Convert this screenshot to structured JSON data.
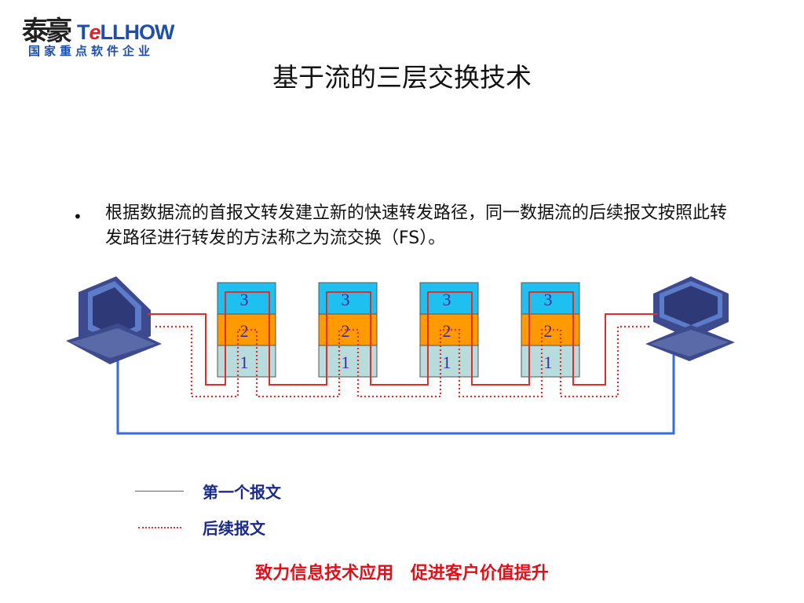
{
  "logo": {
    "chinese_chars": "泰豪",
    "brand_pre": "T",
    "brand_accent": "e",
    "brand_post": "LLHOW",
    "tagline": "国家重点软件企业"
  },
  "title": "基于流的三层交换技术",
  "bullet": {
    "marker": "•",
    "text": "根据数据流的首报文转发建立新的快速转发路径，同一数据流的后续报文按照此转发路径进行转发的方法称之为流交换（FS）。"
  },
  "diagram": {
    "switches": [
      {
        "layers": [
          "3",
          "2",
          "1"
        ]
      },
      {
        "layers": [
          "3",
          "2",
          "1"
        ]
      },
      {
        "layers": [
          "3",
          "2",
          "1"
        ]
      },
      {
        "layers": [
          "3",
          "2",
          "1"
        ]
      }
    ],
    "colors": {
      "layer3": "#1ec0f0",
      "layer2": "#ff9a00",
      "layer1": "#b8dcdc",
      "first_path": "#e22d2d",
      "base_link": "#3a6cd8",
      "layer_text": "#3a2a9a",
      "computer": "#3e4a8e"
    }
  },
  "legend": [
    {
      "style": "solid",
      "label": "第一个报文"
    },
    {
      "style": "dotted",
      "label": "后续报文"
    }
  ],
  "slogan": "致力信息技术应用 促进客户价值提升"
}
